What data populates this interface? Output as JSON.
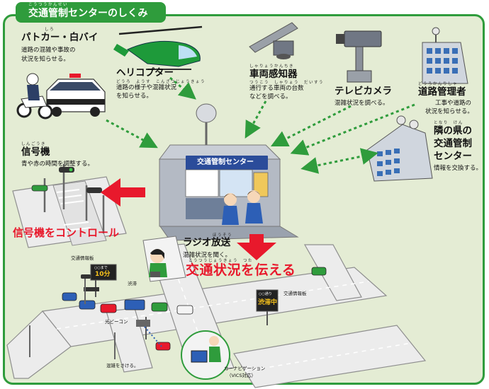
{
  "title": {
    "ruby": "こうつうかんせい",
    "text": "交通管制センターのしくみ"
  },
  "labels": {
    "patrol": {
      "heading": "パトカー・白バイ",
      "desc_line1": "道路の混雑や事故の",
      "desc_line2": "状況を知らせる。"
    },
    "helicopter": {
      "heading": "ヘリコプター",
      "desc_line1": "道路の様子や混雑状況",
      "desc_line2": "を知らせる。"
    },
    "detector": {
      "heading": "車両感知器",
      "desc_line1": "通行する車両の台数",
      "desc_line2": "などを調べる。"
    },
    "tv_camera": {
      "heading": "テレビカメラ",
      "desc_line1": "混雑状況を調べる。"
    },
    "road_admin": {
      "heading": "道路管理者",
      "desc_line1": "工事や道路の",
      "desc_line2": "状況を知らせる。"
    },
    "neighbor": {
      "heading_line1": "隣の県の",
      "heading_line2": "交通管制",
      "heading_line3": "センター",
      "desc_line1": "情報を交換する。"
    },
    "signal": {
      "heading": "信号機",
      "desc_line1": "青や赤の時間を調整する。"
    },
    "center_sign": "交通管制センター",
    "control": "信号機をコントロール",
    "radio": {
      "heading": "ラジオ放送",
      "desc_line1": "混雑状況を聞く。"
    },
    "convey": "交通状況を伝える",
    "info_board_left": "交通情報板",
    "board_left_text": "10分",
    "board_left_small": "○○まで",
    "jam_word": "渋滞",
    "info_board_right": "交通情報板",
    "board_right_text": "渋滞中",
    "board_right_small": "○○通り",
    "beacon": "光ビーコン",
    "avoid": "混雑をさける。",
    "carnavi_line1": "カーナビゲーション",
    "carnavi_line2": "（VICS対応）"
  },
  "ruby": {
    "patrol": "しろ",
    "heli_desc": "どうろ　ようす　こんざつじょうきょう",
    "detector_head": "しゃりょうかんちき",
    "detector_desc": "つうこう　しゃりょう　だいすう",
    "road_admin_head": "どうろかんりしゃ",
    "neighbor_head": "となり　けん",
    "signal_head": "しんごうき",
    "radio_head": "ほうそう",
    "convey": "こうつうじょうきょう　つた"
  },
  "colors": {
    "frame": "#2f9c3c",
    "background": "#e4ecd4",
    "road": "#e8e8e8",
    "arrow_red": "#e8192c",
    "dotted_green": "#2f9c3c",
    "text_red": "#e8192c"
  },
  "icons": [
    "patrol-car-icon",
    "police-motorcycle-icon",
    "helicopter-icon",
    "vehicle-detector-icon",
    "tv-camera-icon",
    "road-admin-building-icon",
    "neighbor-center-building-icon",
    "traffic-signal-icon",
    "traffic-center-building-icon",
    "radio-listener-icon",
    "traffic-info-board-icon",
    "optical-beacon-icon",
    "car-navigation-icon"
  ]
}
